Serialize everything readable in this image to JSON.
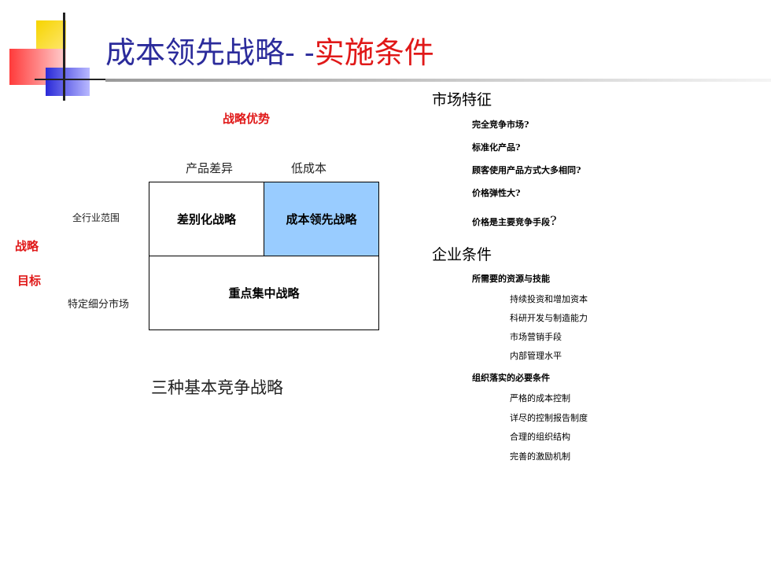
{
  "slide": {
    "title_part1": "成本领先战略- -",
    "title_part2": "实施条件"
  },
  "matrix": {
    "advantage_label": "战略优势",
    "col_product_diff": "产品差异",
    "col_low_cost": "低成本",
    "row_industry_wide": "全行业范围",
    "row_segment": "特定细分市场",
    "target_label_1": "战略",
    "target_label_2": "目标",
    "cell_differentiation": "差别化战略",
    "cell_cost_leadership": "成本领先战略",
    "cell_focus": "重点集中战略",
    "caption": "三种基本竞争战略",
    "accent_color": "#99ccff"
  },
  "market": {
    "heading": "市场特征",
    "items": [
      "完全竞争市场?",
      "标准化产品?",
      "顾客使用产品方式大多相同?",
      "价格弹性大?",
      "价格是主要竞争手段"
    ],
    "last_item_suffix": "?"
  },
  "enterprise": {
    "heading": "企业条件",
    "resources_heading": "所需要的资源与技能",
    "resources": [
      "持续投资和增加资本",
      "科研开发与制造能力",
      "市场营销手段",
      "内部管理水平"
    ],
    "organization_heading": "组织落实的必要条件",
    "organization": [
      "严格的成本控制",
      "详尽的控制报告制度",
      "合理的组织结构",
      "完善的激励机制"
    ]
  }
}
